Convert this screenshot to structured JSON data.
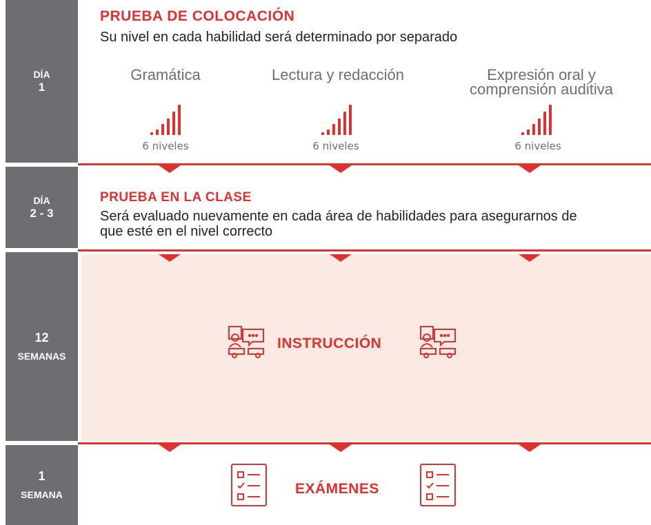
{
  "rows": [
    {
      "label_top": "DÍA",
      "label_bottom": "1"
    },
    {
      "label_top": "DÍA",
      "label_bottom": "2 - 3"
    },
    {
      "label_top": "12",
      "label_bottom": "SEMANAS"
    },
    {
      "label_top": "1",
      "label_bottom": "SEMANA"
    }
  ],
  "placement": {
    "title": "PRUEBA DE COLOCACIÓN",
    "subtitle": "Su nivel en cada habilidad será determinado por separado",
    "skills": [
      {
        "name": "Gramática",
        "levels": "6 niveles"
      },
      {
        "name": "Lectura y redacción",
        "levels": "6 niveles"
      },
      {
        "name_line1": "Expresión oral y",
        "name_line2": "comprensión auditiva",
        "levels": "6 niveles"
      }
    ]
  },
  "class_test": {
    "title": "PRUEBA EN LA CLASE",
    "subtitle_line1": "Será evaluado nuevamente en cada área de habilidades para asegurarnos de",
    "subtitle_line2": "que esté en el nivel correcto"
  },
  "instruction": {
    "title": "INSTRUCCIÓN"
  },
  "exams": {
    "title": "EXÁMENES"
  },
  "icons": [
    "signal-bars-icon",
    "classroom-chat-icon",
    "checklist-icon"
  ],
  "colors": {
    "accent": "#e03131",
    "gray": "#6d6e71",
    "panel": "#fbe9e3"
  }
}
